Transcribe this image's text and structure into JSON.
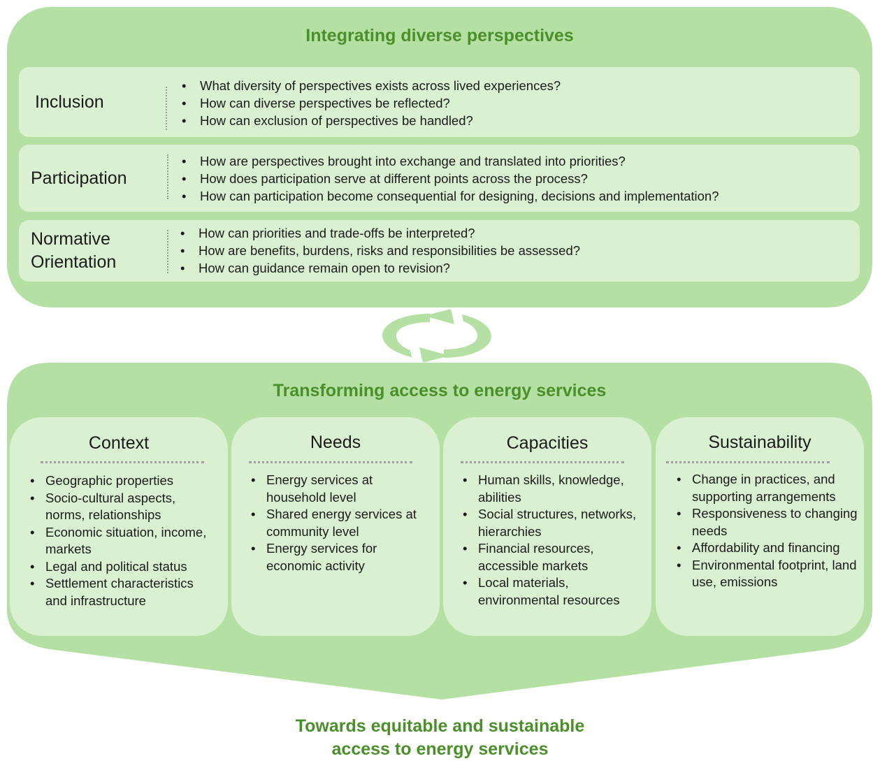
{
  "top": {
    "title": "Integrating diverse perspectives",
    "rows": [
      {
        "label": "Inclusion",
        "questions": [
          "What diversity of perspectives exists across lived experiences?",
          "How can diverse perspectives be reflected?",
          "How can exclusion of perspectives be handled?"
        ]
      },
      {
        "label": "Participation",
        "questions": [
          "How are perspectives brought into exchange and translated into priorities?",
          "How does participation serve at different points across the process?",
          "How can participation become consequential for designing, decisions and implementation?"
        ]
      },
      {
        "label": "Normative\nOrientation",
        "questions": [
          "How can priorities and trade-offs be interpreted?",
          "How are benefits, burdens, risks and responsibilities be assessed?",
          "How can guidance remain open to revision?"
        ]
      }
    ]
  },
  "cycle_icon": "cycle-arrows-icon",
  "bottom": {
    "title": "Transforming access to energy services",
    "cards": [
      {
        "title": "Context",
        "items": [
          "Geographic properties",
          "Socio-cultural aspects, norms, relationships",
          "Economic situation, income, markets",
          "Legal and political status",
          "Settlement characteristics and infrastructure"
        ]
      },
      {
        "title": "Needs",
        "items": [
          "Energy services at household level",
          "Shared energy services at community level",
          "Energy services for economic activity"
        ]
      },
      {
        "title": "Capacities",
        "items": [
          "Human skills, knowledge, abilities",
          "Social structures, networks, hierarchies",
          "Financial resources, accessible markets",
          "Local materials, environmental resources"
        ]
      },
      {
        "title": "Sustainability",
        "items": [
          "Change in practices, and supporting arrangements",
          "Responsiveness  to changing needs",
          "Affordability and financing",
          "Environmental footprint, land use, emissions"
        ]
      }
    ]
  },
  "final": {
    "line1": "Towards equitable and sustainable",
    "line2": "access to energy services"
  },
  "colors": {
    "panel": "#b4e0a4",
    "card": "#d9f1d0",
    "title_green": "#4a8f2a"
  }
}
